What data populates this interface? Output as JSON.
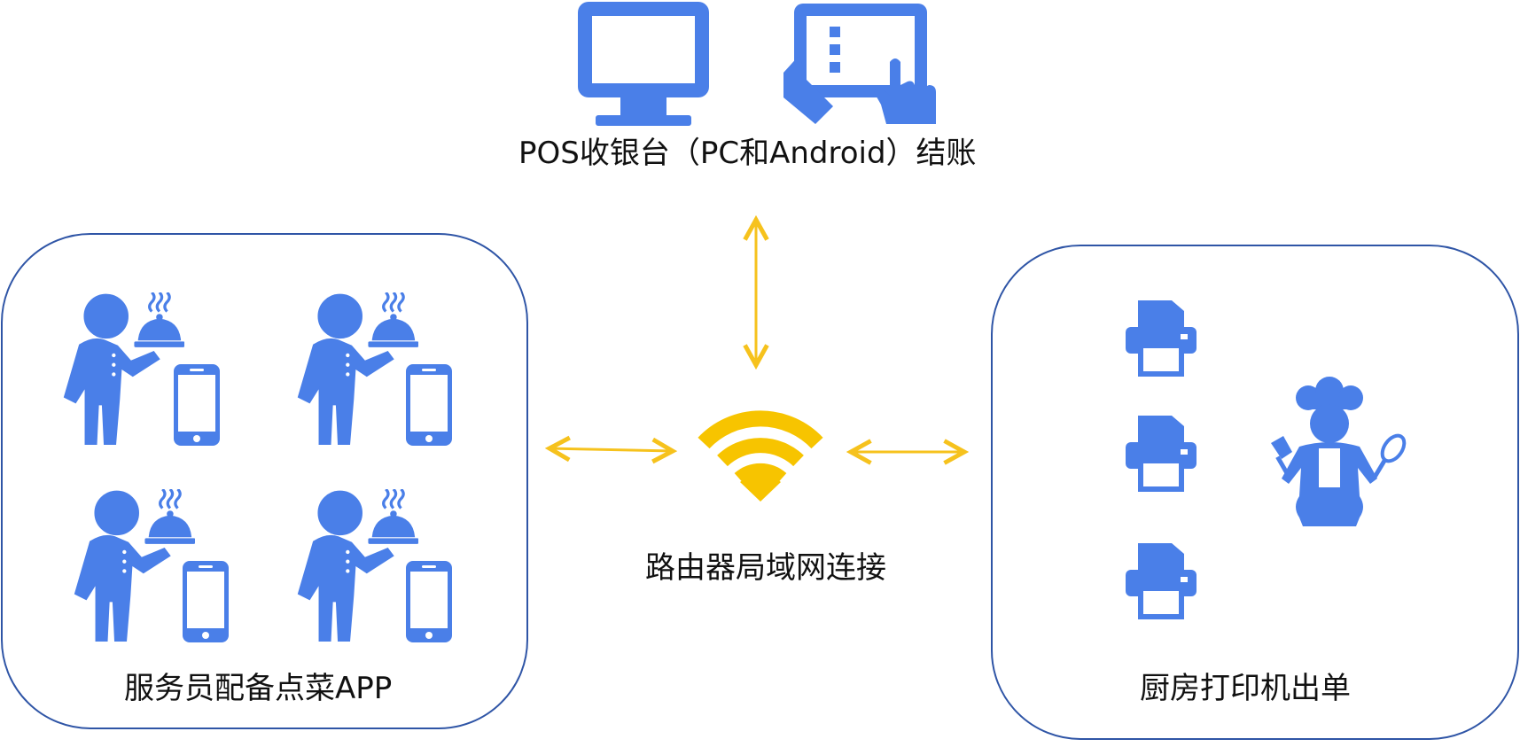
{
  "labels": {
    "pos": "POS收银台（PC和Android）结账",
    "router": "路由器局域网连接",
    "waiters": "服务员配备点菜APP",
    "kitchen": "厨房打印机出单"
  },
  "colors": {
    "icon_blue": "#4a7fe8",
    "arrow_yellow": "#f6c21d",
    "wifi_yellow": "#f7c400",
    "box_border": "#2f55a6"
  },
  "icons": {
    "monitor": "monitor-icon",
    "tablet": "tablet-touch-icon",
    "wifi": "wifi-router-icon",
    "waiter": "waiter-icon",
    "phone": "smartphone-icon",
    "printer": "printer-icon",
    "chef": "chef-icon"
  }
}
